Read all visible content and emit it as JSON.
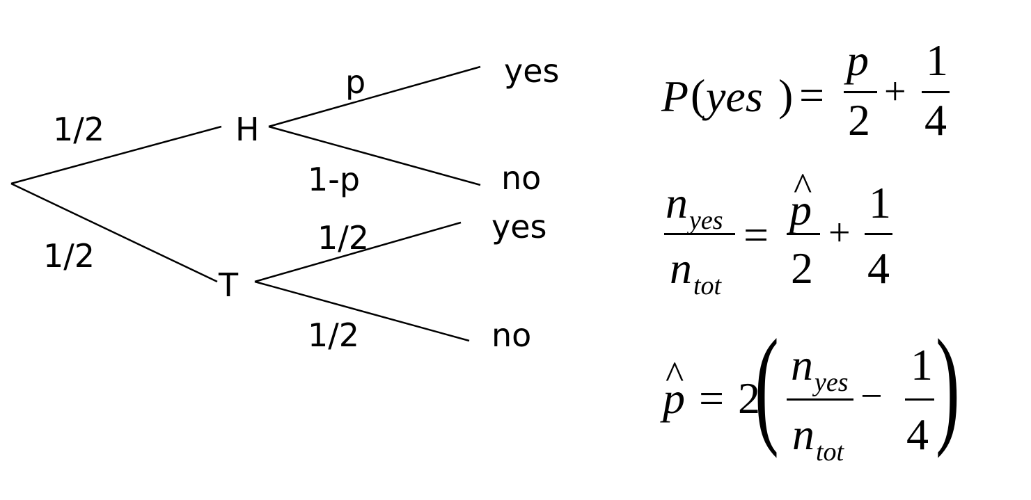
{
  "tree": {
    "root_branch_labels": {
      "heads": "1/2",
      "tails": "1/2"
    },
    "nodes": {
      "heads": "H",
      "tails": "T"
    },
    "heads_branch_labels": {
      "yes": "p",
      "no": "1-p"
    },
    "tails_branch_labels": {
      "yes": "1/2",
      "no": "1/2"
    },
    "outcomes": {
      "heads_yes": "yes",
      "heads_no": "no",
      "tails_yes": "yes",
      "tails_no": "no"
    }
  },
  "equations": {
    "eq1": {
      "lhs_P": "P",
      "lhs_open": "(",
      "lhs_var": "yes",
      "lhs_close": ")",
      "equals": "=",
      "frac1_num": "p",
      "frac1_den": "2",
      "plus": "+",
      "frac2_num": "1",
      "frac2_den": "4"
    },
    "eq2": {
      "num_n": "n",
      "num_sub": "yes",
      "den_n": "n",
      "den_sub": "tot",
      "equals": "=",
      "hat": "^",
      "frac1_num": "p",
      "frac1_den": "2",
      "plus": "+",
      "frac2_num": "1",
      "frac2_den": "4"
    },
    "eq3": {
      "hat": "^",
      "lhs_p": "p",
      "equals": "=",
      "coef": "2",
      "open": "(",
      "num_n": "n",
      "num_sub": "yes",
      "den_n": "n",
      "den_sub": "tot",
      "minus": "−",
      "frac_num": "1",
      "frac_den": "4",
      "close": ")"
    }
  }
}
